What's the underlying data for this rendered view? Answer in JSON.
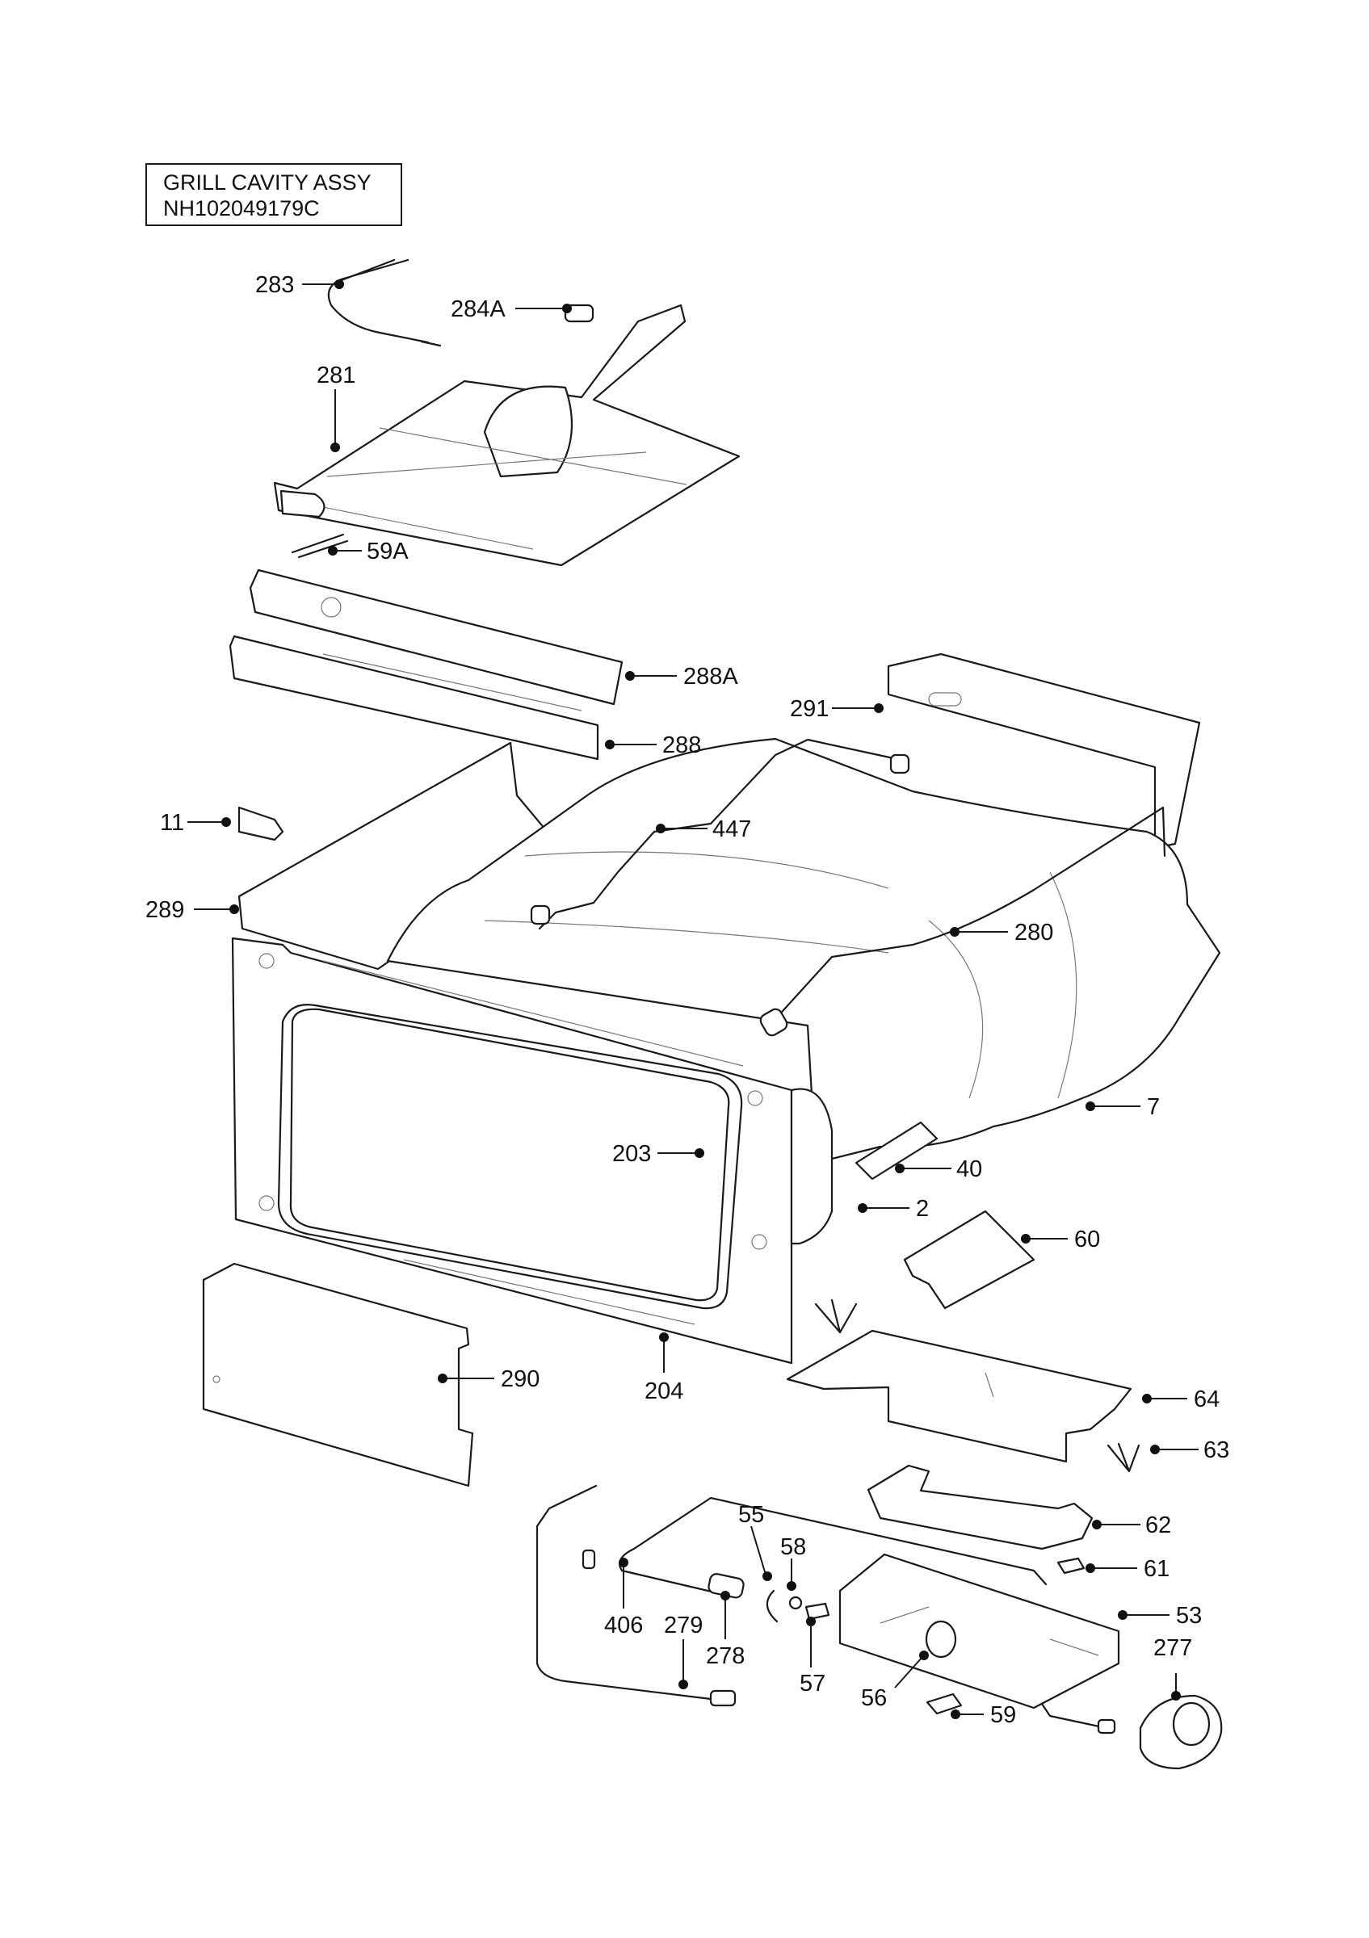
{
  "title": {
    "line1": "GRILL CAVITY ASSY",
    "line2": "NH102049179C"
  },
  "callouts": [
    {
      "id": "283"
    },
    {
      "id": "284A"
    },
    {
      "id": "281"
    },
    {
      "id": "59A"
    },
    {
      "id": "288A"
    },
    {
      "id": "291"
    },
    {
      "id": "288"
    },
    {
      "id": "11"
    },
    {
      "id": "447"
    },
    {
      "id": "289"
    },
    {
      "id": "280"
    },
    {
      "id": "7"
    },
    {
      "id": "203"
    },
    {
      "id": "40"
    },
    {
      "id": "2"
    },
    {
      "id": "60"
    },
    {
      "id": "204"
    },
    {
      "id": "290"
    },
    {
      "id": "64"
    },
    {
      "id": "63"
    },
    {
      "id": "62"
    },
    {
      "id": "55"
    },
    {
      "id": "58"
    },
    {
      "id": "61"
    },
    {
      "id": "53"
    },
    {
      "id": "406"
    },
    {
      "id": "279"
    },
    {
      "id": "278"
    },
    {
      "id": "57"
    },
    {
      "id": "277"
    },
    {
      "id": "56"
    },
    {
      "id": "59"
    }
  ]
}
